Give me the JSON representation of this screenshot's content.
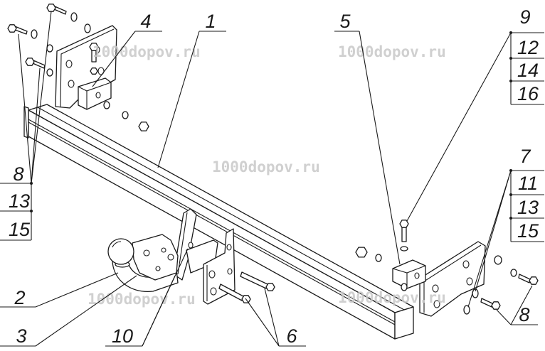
{
  "watermark": "1000dopov.ru",
  "callouts": {
    "part_1": "1",
    "part_2": "2",
    "part_3": "3",
    "part_4": "4",
    "part_5": "5",
    "part_6": "6",
    "part_10": "10",
    "part_8_right": "8",
    "stack_right_upper": [
      "9",
      "12",
      "14",
      "16"
    ],
    "stack_right_lower": [
      "7",
      "11",
      "13",
      "15"
    ],
    "stack_left": [
      "8",
      "13",
      "15"
    ]
  },
  "colors": {
    "line": "#1a1a1a",
    "watermark": "#c8c8c8",
    "background": "#ffffff"
  }
}
